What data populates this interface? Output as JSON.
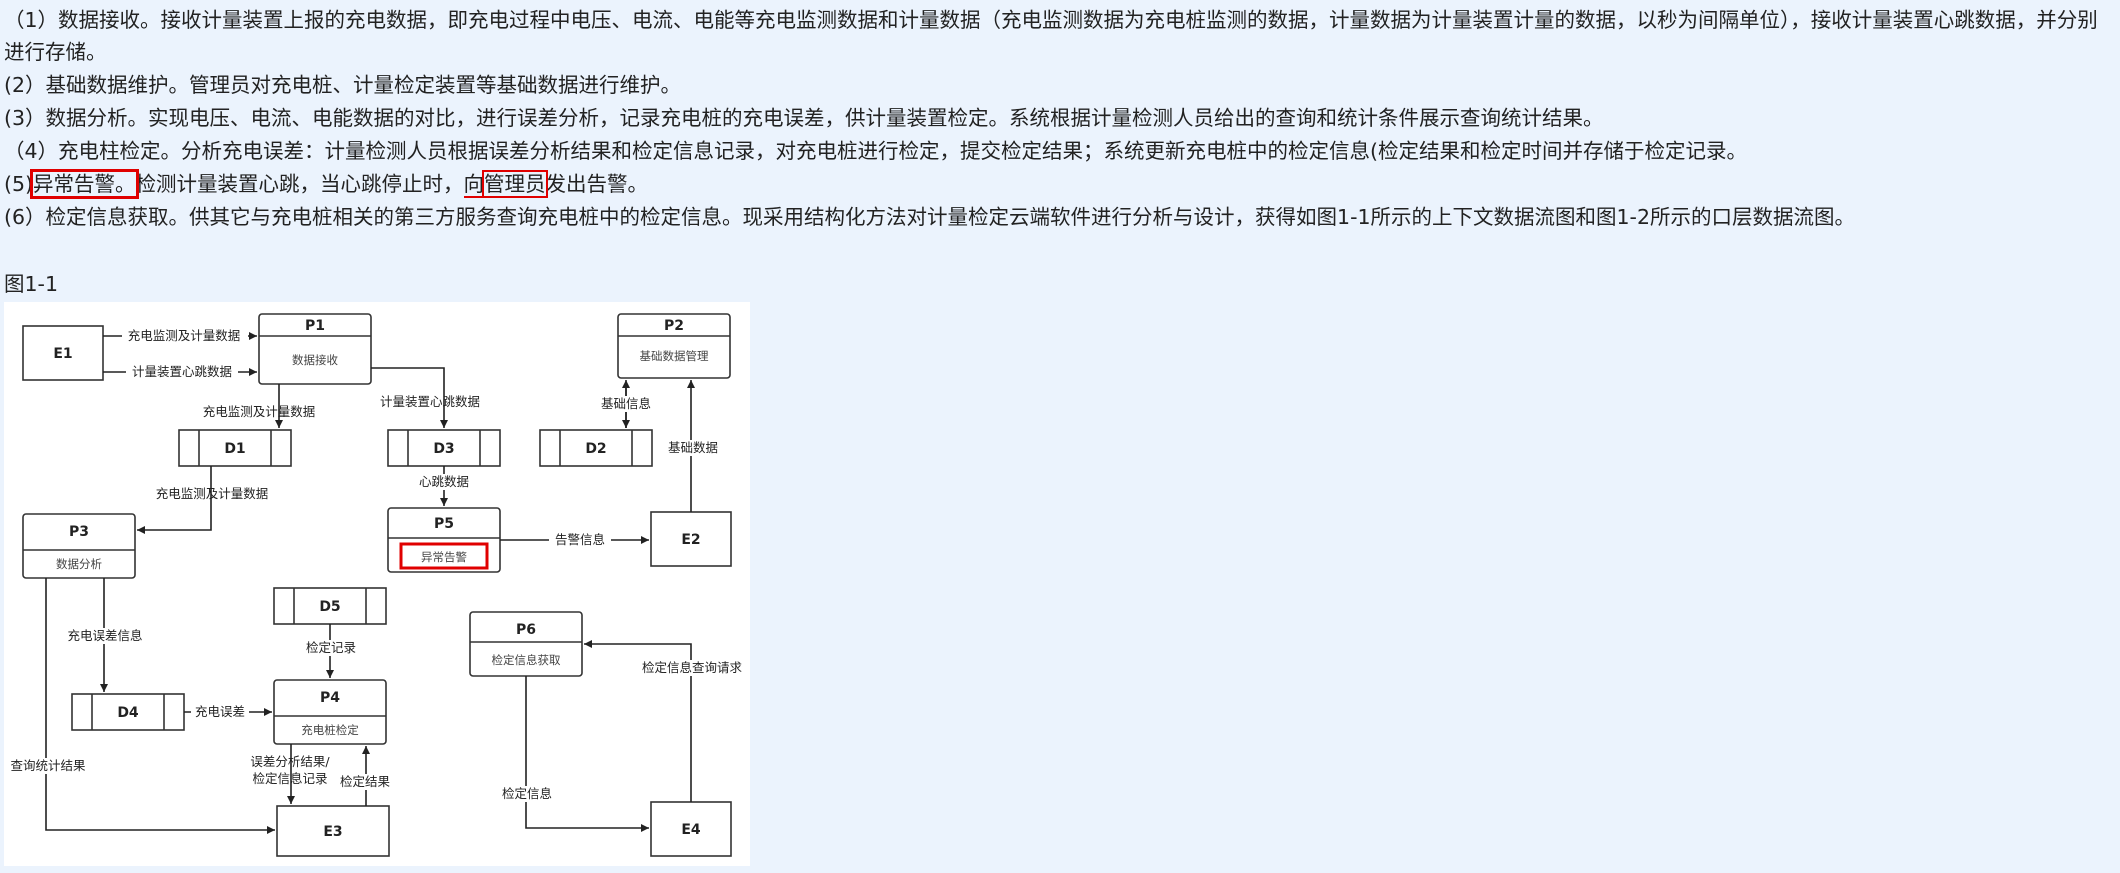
{
  "paragraphs": {
    "p1": "（1）数据接收。接收计量装置上报的充电数据，即充电过程中电压、电流、电能等充电监测数据和计量数据（充电监测数据为充电桩监测的数据，计量数据为计量装置计量的数据，以秒为间隔单位），接收计量装置心跳数据，并分别进行存储。",
    "p2": "(2）基础数据维护。管理员对充电桩、计量检定装置等基础数据进行维护。",
    "p3": "(3）数据分析。实现电压、电流、电能数据的对比，进行误差分析，记录充电桩的充电误差，供计量装置检定。系统根据计量检测人员给出的查询和统计条件展示查询统计结果。",
    "p4": "（4）充电柱检定。分析充电误差：计量检测人员根据误差分析结果和检定信息记录，对充电桩进行检定，提交检定结果；系统更新充电桩中的检定信息(检定结果和检定时间并存储于检定记录。",
    "p5": {
      "prefix": "(5)",
      "boxed1": "异常告警。",
      "middle": "检测计量装置心跳，当心跳停止时，",
      "underlined": "向",
      "boxed2": "管理员",
      "suffix": "发出告警。"
    },
    "p6": "(6）检定信息获取。供其它与充电桩相关的第三方服务查询充电桩中的检定信息。现采用结构化方法对计量检定云端软件进行分析与设计，获得如图1-1所示的上下文数据流图和图1-2所示的口层数据流图。"
  },
  "figure_label": "图1-1",
  "diagram": {
    "entities": {
      "e1": "E1",
      "e2": "E2",
      "e3": "E3",
      "e4": "E4"
    },
    "processes": {
      "p1": {
        "id": "P1",
        "name": "数据接收"
      },
      "p2": {
        "id": "P2",
        "name": "基础数据管理"
      },
      "p3": {
        "id": "P3",
        "name": "数据分析"
      },
      "p4": {
        "id": "P4",
        "name": "充电桩检定"
      },
      "p5": {
        "id": "P5",
        "name": "异常告警"
      },
      "p6": {
        "id": "P6",
        "name": "检定信息获取"
      }
    },
    "stores": {
      "d1": "D1",
      "d2": "D2",
      "d3": "D3",
      "d4": "D4",
      "d5": "D5"
    },
    "flows": {
      "e1_p1_a": "充电监测及计量数据",
      "e1_p1_b": "计量装置心跳数据",
      "p1_d1": "充电监测及计量数据",
      "p1_d3": "计量装置心跳数据",
      "d1_p3": "充电监测及计量数据",
      "d3_p5": "心跳数据",
      "p5_e2": "告警信息",
      "p2_d2": "基础信息",
      "e2_p2": "基础数据",
      "p3_d4": "充电误差信息",
      "d4_p4": "充电误差",
      "d5_p4": "检定记录",
      "p3_e3": "查询统计结果",
      "p4_e3_a1": "误差分析结果/",
      "p4_e3_a2": "检定信息记录",
      "e3_p4": "检定结果",
      "e4_p6": "检定信息查询请求",
      "p6_e4": "检定信息"
    }
  }
}
